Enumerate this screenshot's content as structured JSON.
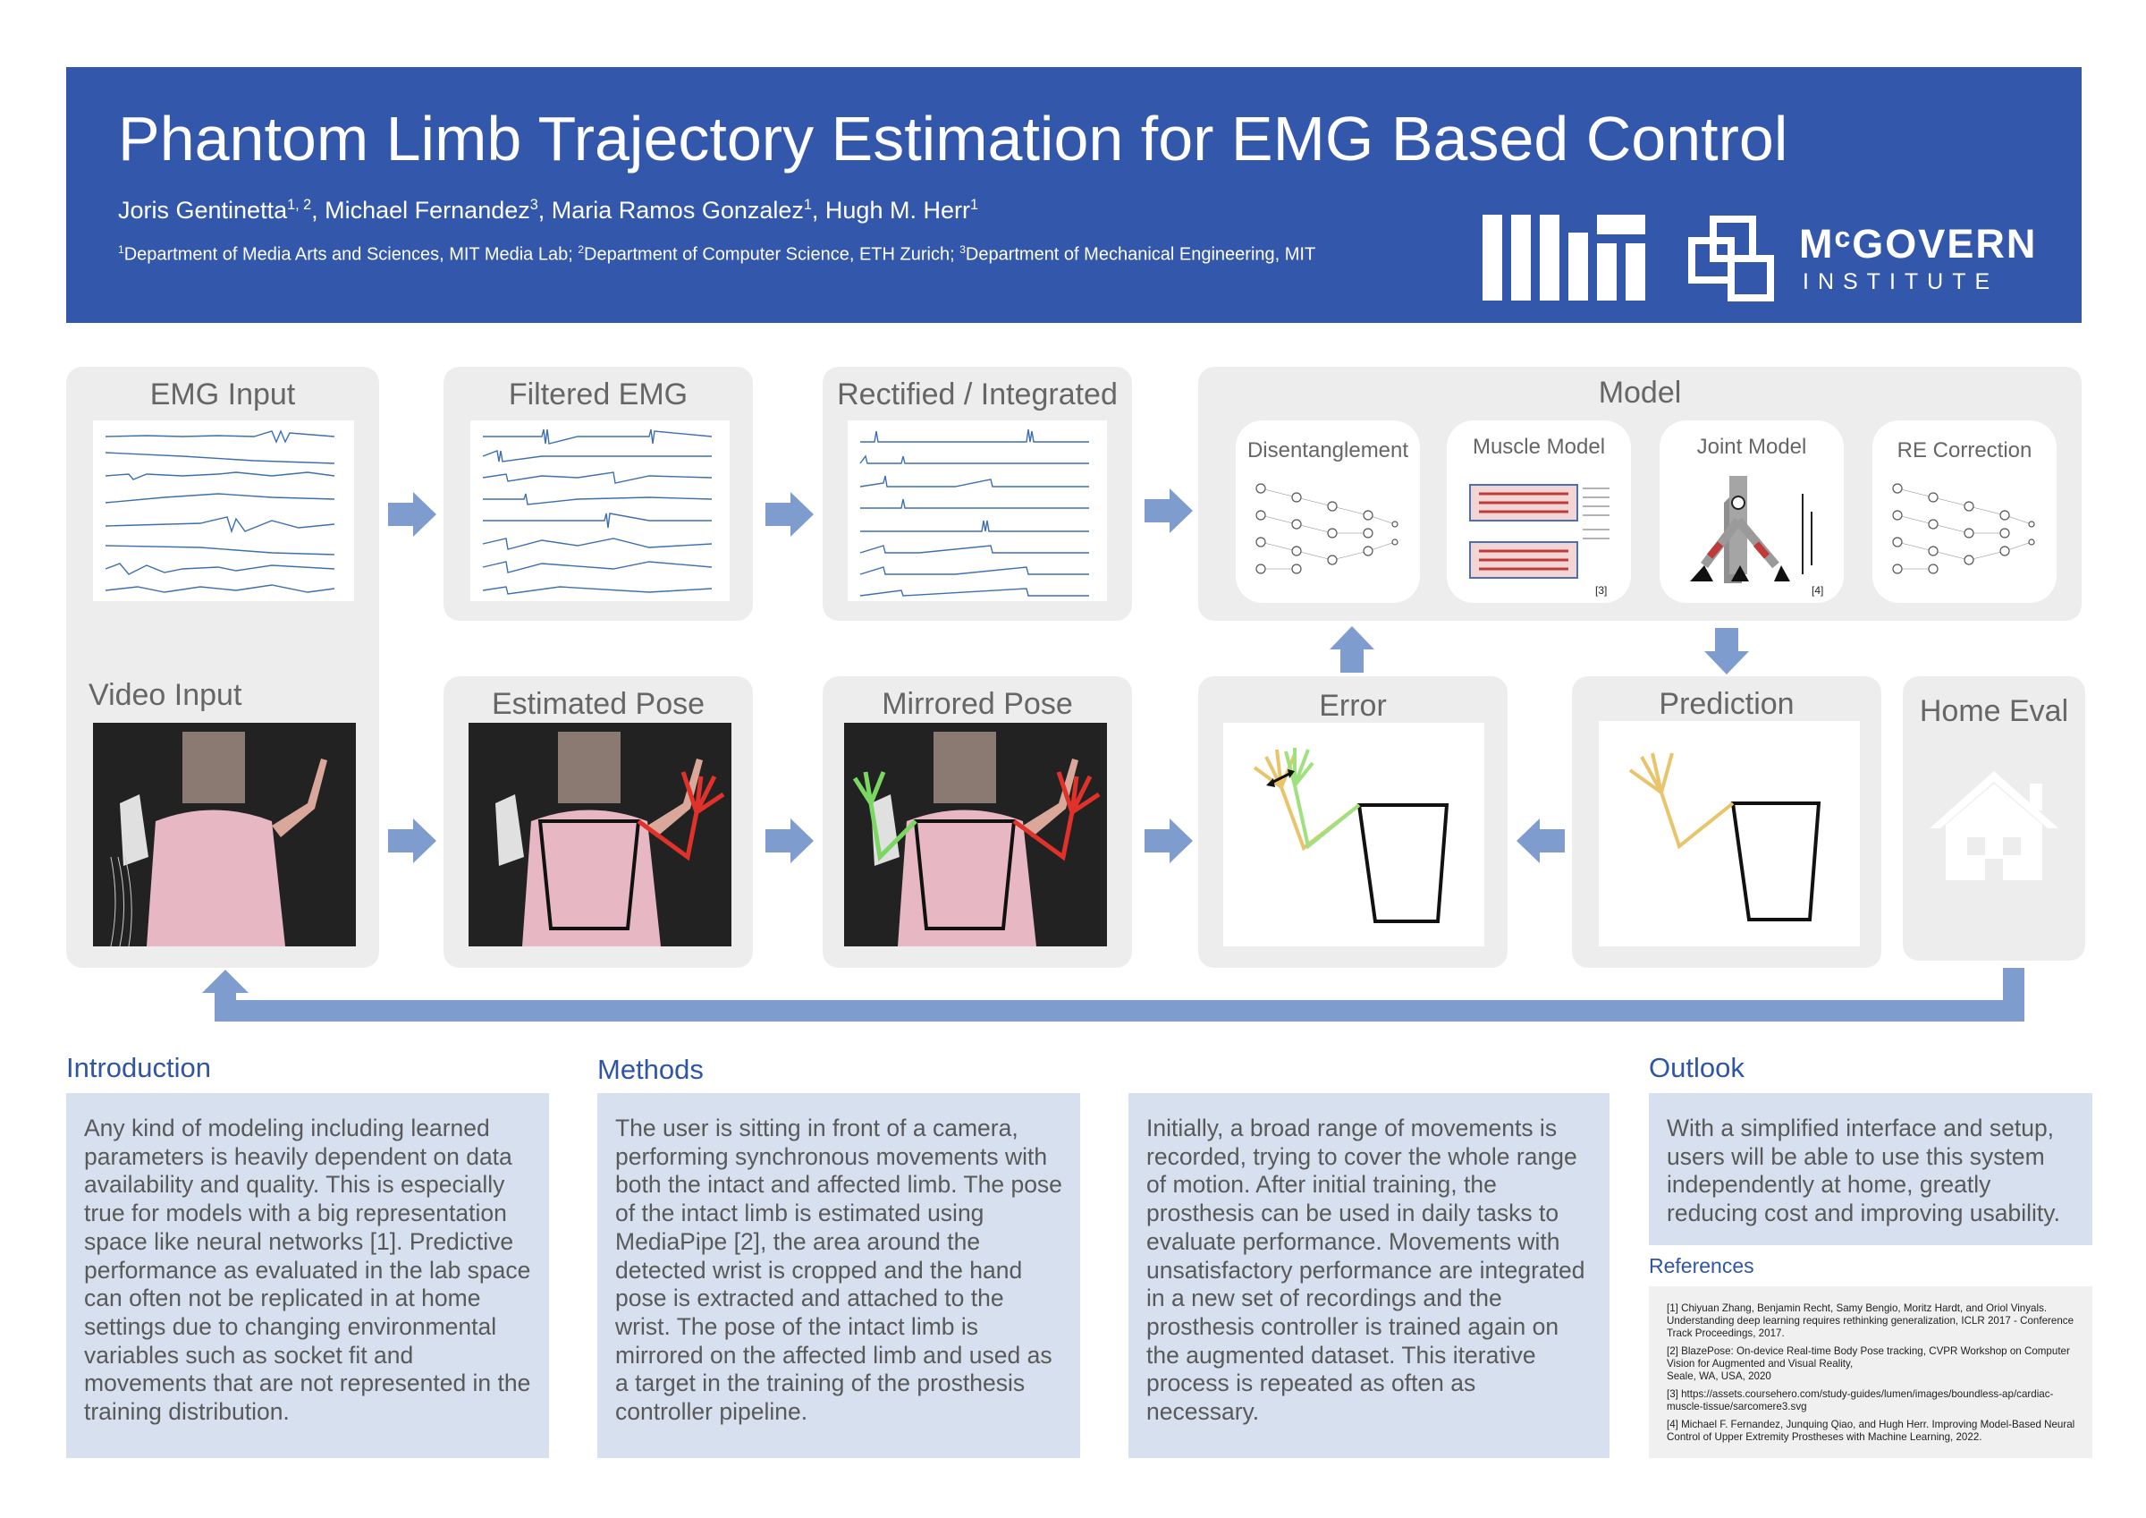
{
  "header": {
    "title": "Phantom Limb Trajectory Estimation for EMG Based Control",
    "authors": [
      {
        "name": "Joris Gentinetta",
        "sup": "1, 2",
        "sep": ", "
      },
      {
        "name": "Michael Fernandez",
        "sup": "3",
        "sep": ", "
      },
      {
        "name": "Maria Ramos Gonzalez",
        "sup": "1",
        "sep": ", "
      },
      {
        "name": "Hugh M. Herr",
        "sup": "1",
        "sep": ""
      }
    ],
    "affiliations": [
      {
        "sup": "1",
        "text": "Department of Media Arts and Sciences, MIT Media Lab; "
      },
      {
        "sup": "2",
        "text": "Department of Computer Science, ETH Zurich; "
      },
      {
        "sup": "3",
        "text": "Department of Mechanical Engineering, MIT"
      }
    ],
    "logo_mcgovern_name_a": "M",
    "logo_mcgovern_name_c": "c",
    "logo_mcgovern_name_b": "GOVERN",
    "logo_mcgovern_sub": "INSTITUTE",
    "logo_mit_text": "MIT"
  },
  "pipeline": {
    "emg_input": "EMG Input",
    "filtered_emg": "Filtered EMG",
    "rectified": "Rectified / Integrated",
    "model": "Model",
    "disentanglement": "Disentanglement",
    "muscle_model": "Muscle Model",
    "joint_model": "Joint Model",
    "re_correction": "RE Correction",
    "muscle_ref": "[3]",
    "joint_ref": "[4]",
    "video_input": "Video Input",
    "estimated_pose": "Estimated Pose",
    "mirrored_pose": "Mirrored Pose",
    "error": "Error",
    "prediction": "Prediction",
    "home_eval": "Home Eval"
  },
  "sections": {
    "introduction": {
      "title": "Introduction",
      "body": "Any kind of modeling including learned parameters is heavily dependent on data availability and quality. This is especially true for models with a big representation space like neural networks [1]. Predictive performance as evaluated in the lab space can often not be replicated in at home settings due to changing environmental variables such as socket fit and movements that are not represented in the training distribution."
    },
    "methods": {
      "title": "Methods",
      "body": "The user is sitting in front of a camera, performing synchronous movements with both the intact and affected limb. The pose of the intact limb is estimated using MediaPipe [2], the area around the detected wrist is cropped and the hand pose is extracted and attached to the wrist. The pose of the intact limb is mirrored on the affected limb and used as a target in the training of the prosthesis controller pipeline."
    },
    "methods2": {
      "body": "Initially, a broad range of movements is recorded, trying to cover the whole range of motion. After initial training, the prosthesis can be used in daily tasks to evaluate performance. Movements with unsatisfactory performance are integrated in a new set of recordings and the prosthesis controller is trained again on the augmented dataset. This iterative process is repeated as often as necessary."
    },
    "outlook": {
      "title": "Outlook",
      "body": "With a simplified interface and setup, users will be able to use this system independently at home, greatly reducing cost and improving usability."
    },
    "references": {
      "title": "References",
      "items": [
        "[1] Chiyuan Zhang, Benjamin Recht, Samy Bengio, Moritz Hardt, and Oriol Vinyals. Understanding deep learning requires rethinking generalization, ICLR 2017 - Conference Track Proceedings, 2017.",
        "[2] BlazePose: On-device Real-time Body Pose tracking, CVPR Workshop on Computer Vision for Augmented and Visual Reality,",
        "Seale, WA, USA, 2020",
        "[3] https://assets.coursehero.com/study-guides/lumen/images/boundless-ap/cardiac-muscle-tissue/sarcomere3.svg",
        "[4] Michael F. Fernandez, Junquing Qiao, and Hugh Herr. Improving Model-Based Neural Control of Upper Extremity Prostheses with Machine Learning, 2022."
      ]
    }
  },
  "colors": {
    "header_bg": "#3358ab",
    "arrow": "#7f9ccf",
    "panel_bg": "#ededed",
    "text_box_bg": "#d7e0ee",
    "section_title": "#2f55a4",
    "pose_red": "#e0322a",
    "pose_green": "#7ad862",
    "pred_yellow": "#e8c46a"
  }
}
